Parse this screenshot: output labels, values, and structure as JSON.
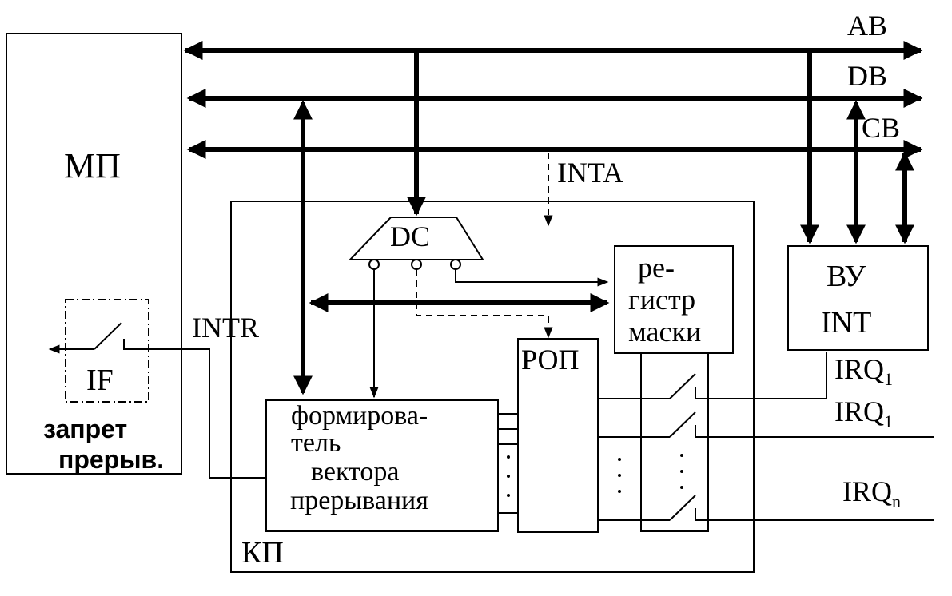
{
  "buses": {
    "ab": "AB",
    "db": "DB",
    "cb": "CB"
  },
  "blocks": {
    "mp": "МП",
    "if_flag": "IF",
    "if_caption_line1": "запрет",
    "if_caption_line2": "прерыв.",
    "kp": "КП",
    "dc": "DC",
    "rop": "РОП",
    "mask_line1": "ре-",
    "mask_line2": "гистр",
    "mask_line3": "маски",
    "vector_line1": "формирова-",
    "vector_line2": "тель",
    "vector_line3": "вектора",
    "vector_line4": "прерывания",
    "vu_line1": "ВУ",
    "vu_line2": "INT"
  },
  "signals": {
    "inta": "INTA",
    "intr": "INTR",
    "irq1_a": "IRQ",
    "irq1_a_sub": "1",
    "irq1_b": "IRQ",
    "irq1_b_sub": "1",
    "irqn": "IRQ",
    "irqn_sub": "n"
  }
}
